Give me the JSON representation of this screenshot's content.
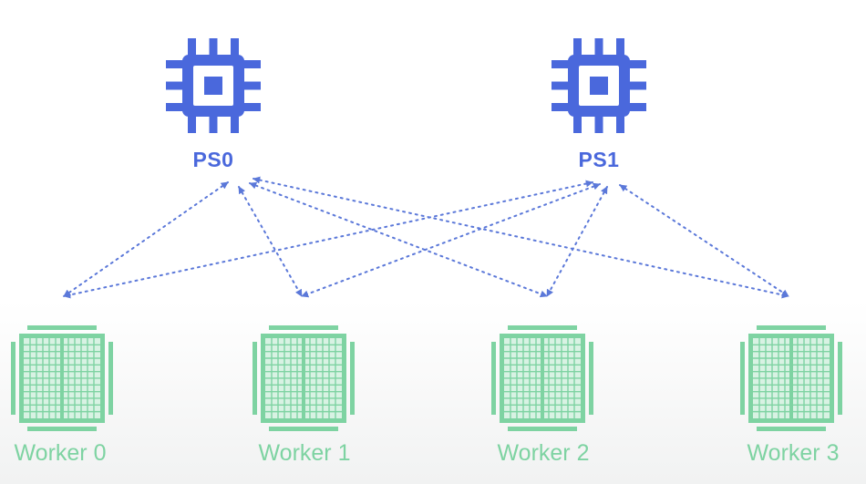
{
  "servers": [
    {
      "id": "ps0",
      "label": "PS0"
    },
    {
      "id": "ps1",
      "label": "PS1"
    }
  ],
  "workers": [
    {
      "id": "w0",
      "label": "Worker 0"
    },
    {
      "id": "w1",
      "label": "Worker 1"
    },
    {
      "id": "w2",
      "label": "Worker 2"
    },
    {
      "id": "w3",
      "label": "Worker 3"
    }
  ],
  "connections": [
    {
      "from": "ps0",
      "to": "w0"
    },
    {
      "from": "ps0",
      "to": "w1"
    },
    {
      "from": "ps0",
      "to": "w2"
    },
    {
      "from": "ps0",
      "to": "w3"
    },
    {
      "from": "ps1",
      "to": "w0"
    },
    {
      "from": "ps1",
      "to": "w1"
    },
    {
      "from": "ps1",
      "to": "w2"
    },
    {
      "from": "ps1",
      "to": "w3"
    }
  ],
  "colors": {
    "server": "#4a68dc",
    "worker": "#7ed3a2",
    "link": "#5b78d9"
  },
  "icons": {
    "server": "cpu-chip-icon",
    "worker": "tpu-board-icon"
  }
}
